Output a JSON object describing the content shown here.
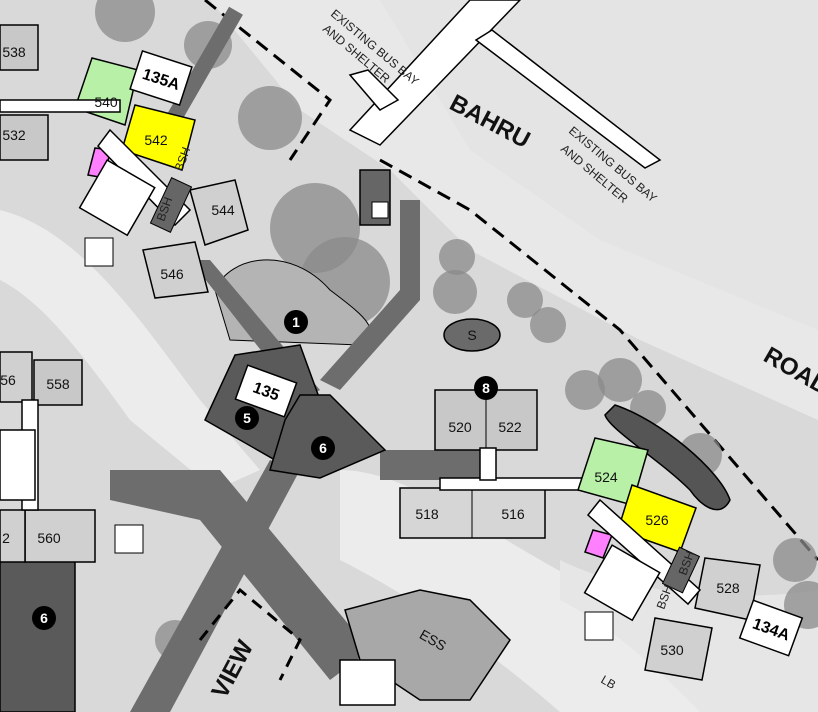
{
  "roads": {
    "bahru": "BAHRU",
    "road": "ROAD",
    "view": "VIEW"
  },
  "bus_shelters": {
    "top": {
      "line1": "EXISTING BUS BAY",
      "line2": "AND SHELTER"
    },
    "right": {
      "line1": "EXISTING BUS BAY",
      "line2": "AND SHELTER"
    }
  },
  "blocks": {
    "b538": "538",
    "b540": "540",
    "b542": "542",
    "b532": "532",
    "b544": "544",
    "b546": "546",
    "b556": "56",
    "b558": "558",
    "b560": "560",
    "b552": "2",
    "b520": "520",
    "b522": "522",
    "b518": "518",
    "b516": "516",
    "b524": "524",
    "b526": "526",
    "b528": "528",
    "b530": "530"
  },
  "precinct_tags": {
    "p135a": "135A",
    "p135": "135",
    "p134a": "134A"
  },
  "markers": {
    "m1": "1",
    "m5": "5",
    "m6a": "6",
    "m6b": "6",
    "m8": "8",
    "sub": "S"
  },
  "facilities": {
    "bsh1": "BSH",
    "bsh2": "BSH",
    "bsh3": "BSH",
    "bsh4": "BSH",
    "ess": "ESS",
    "lb": "LB"
  },
  "colors": {
    "green_block": "#b8f0a8",
    "yellow_block": "#ffff00",
    "pink_block": "#ff80ff",
    "ground": "#d9d9d9",
    "road": "#e6e6e6"
  }
}
